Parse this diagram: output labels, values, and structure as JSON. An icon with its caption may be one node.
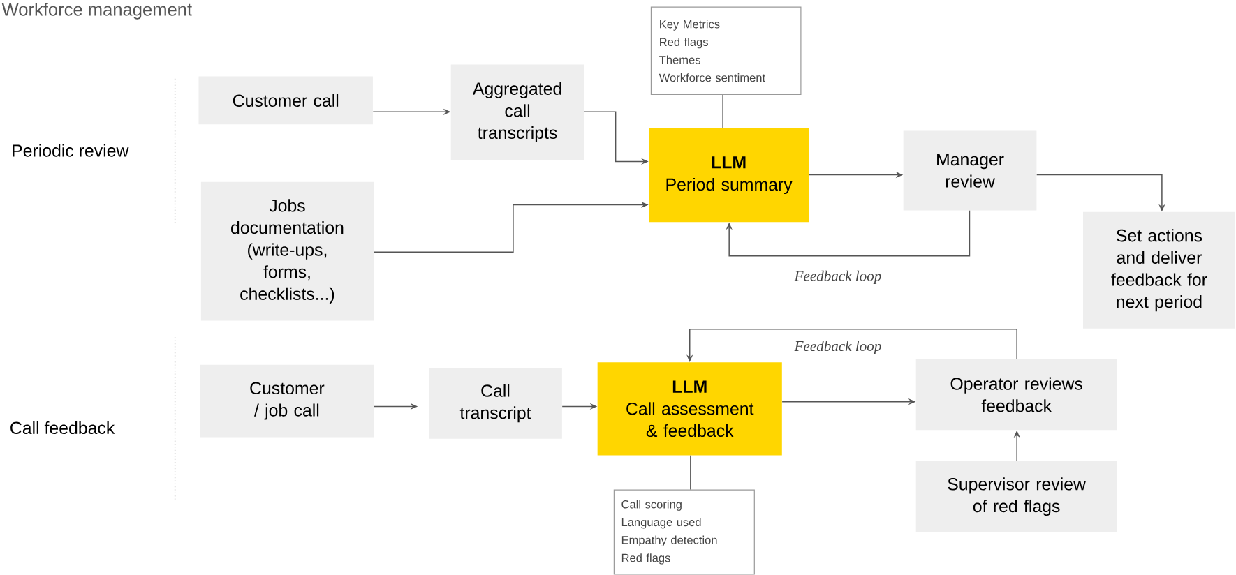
{
  "diagram": {
    "title": "Workforce management",
    "nodes": [
      {
        "text": [
          "Customer call"
        ]
      },
      {
        "text": [
          "Aggregated call transcripts"
        ]
      },
      {
        "text": [
          "Jobs documentation (write-ups, forms, checklists...)"
        ]
      },
      {
        "text": [
          "LLM",
          "Period summary"
        ]
      },
      {
        "text": [
          "Key Metrics",
          "Red flags",
          "Themes",
          "Workforce sentiment"
        ]
      },
      {
        "text": [
          "Manager review"
        ]
      },
      {
        "text": [
          "Set actions and deliver feedback for next period"
        ]
      },
      {
        "text": [
          "Customer / job call"
        ]
      },
      {
        "text": [
          "Call transcript"
        ]
      },
      {
        "text": [
          "LLM",
          "Call assessment & feedback"
        ]
      },
      {
        "text": [
          "Operator reviews feedback"
        ]
      },
      {
        "text": [
          "Supervisor review of red flags"
        ]
      },
      {
        "text": [
          "Call scoring",
          "Language used",
          "Empathy detection",
          "Red flags"
        ]
      }
    ],
    "edges": [
      {
        "from": 0,
        "to": 1,
        "arrow": "to"
      },
      {
        "from": 1,
        "to": 3,
        "arrow": "to"
      },
      {
        "from": 2,
        "to": 3,
        "arrow": "to"
      },
      {
        "from": 4,
        "to": 3,
        "arrow": "none"
      },
      {
        "from": 3,
        "to": 5,
        "arrow": "to"
      },
      {
        "from": 5,
        "to": 6,
        "arrow": "to"
      },
      {
        "from": 5,
        "to": 3,
        "arrow": "to",
        "label": "Feedback loop"
      },
      {
        "from": 7,
        "to": 8,
        "arrow": "to"
      },
      {
        "from": 8,
        "to": 9,
        "arrow": "to"
      },
      {
        "from": 9,
        "to": 10,
        "arrow": "to"
      },
      {
        "from": 10,
        "to": 9,
        "arrow": "to",
        "label": "Feedback loop"
      },
      {
        "from": 11,
        "to": 10,
        "arrow": "to"
      },
      {
        "from": 12,
        "to": 9,
        "arrow": "none"
      }
    ],
    "labels": [
      "Periodic review",
      "Call feedback"
    ]
  }
}
